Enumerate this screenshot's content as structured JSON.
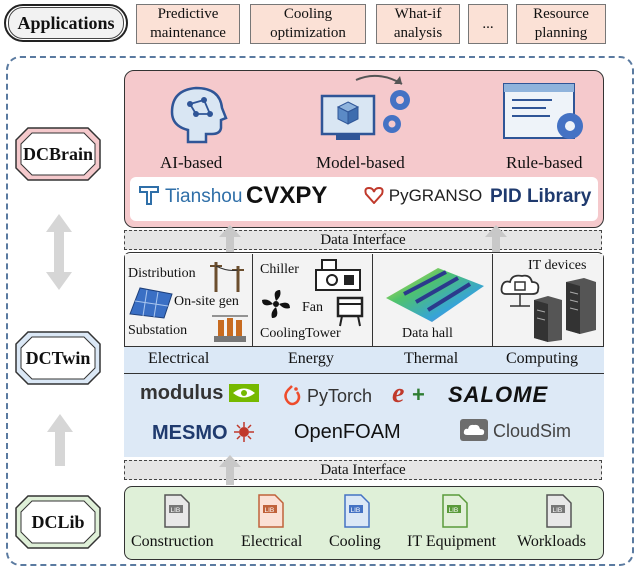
{
  "applications": {
    "label": "Applications",
    "items": [
      {
        "lines": [
          "Predictive",
          "maintenance"
        ]
      },
      {
        "lines": [
          "Cooling",
          "optimization"
        ]
      },
      {
        "lines": [
          "What-if",
          "analysis"
        ]
      },
      {
        "lines": [
          "..."
        ]
      },
      {
        "lines": [
          "Resource",
          "planning"
        ]
      }
    ]
  },
  "layers": {
    "brain": "DCBrain",
    "twin": "DCTwin",
    "lib": "DCLib"
  },
  "brain": {
    "methods": [
      "AI-based",
      "Model-based",
      "Rule-based"
    ],
    "libraries": [
      "Tianshou",
      "CVXPY",
      "PyGRANSO",
      "PID Library"
    ]
  },
  "data_interface": "Data Interface",
  "twin": {
    "cells": {
      "electrical": [
        "Distribution",
        "On-site gen",
        "Substation"
      ],
      "energy": [
        "Chiller",
        "Fan",
        "CoolingTower"
      ],
      "thermal": [
        "Data hall"
      ],
      "computing": [
        "IT devices"
      ]
    },
    "categories": [
      "Electrical",
      "Energy",
      "Thermal",
      "Computing"
    ],
    "tools": [
      "modulus",
      "PyTorch",
      "SALOME",
      "MESMO",
      "OpenFOAM",
      "CloudSim"
    ]
  },
  "lib": {
    "items": [
      "Construction",
      "Electrical",
      "Cooling",
      "IT Equipment",
      "Workloads"
    ],
    "badge": "LIB"
  }
}
